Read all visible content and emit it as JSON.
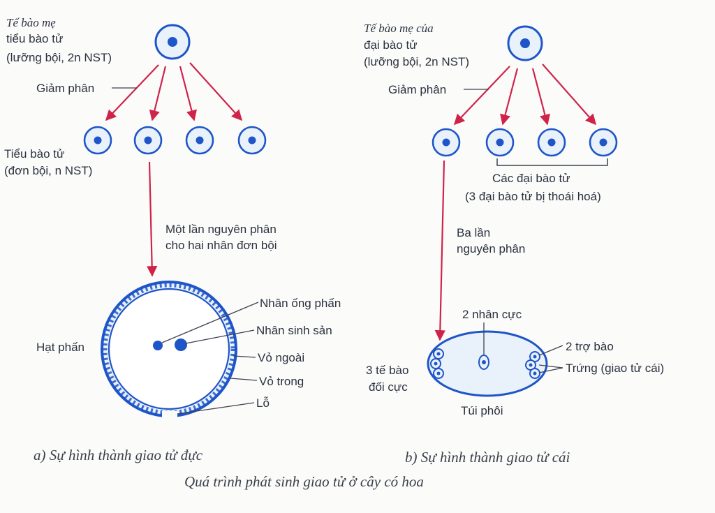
{
  "male": {
    "mother_cell": [
      "Tế bào mẹ",
      "tiểu bào tử",
      "(lưỡng bội, 2n NST)"
    ],
    "meiosis": "Giảm phân",
    "microspores": [
      "Tiểu bào tử",
      "(đơn bội, n NST)"
    ],
    "mitosis": [
      "Một lần nguyên phân",
      "cho hai nhân đơn bội"
    ],
    "pollen_grain": "Hạt phấn",
    "tube_nucleus": "Nhân ống phấn",
    "generative_nucleus": "Nhân sinh sản",
    "exine": "Vỏ ngoài",
    "intine": "Vỏ trong",
    "pore": "Lỗ",
    "caption": "a) Sự hình thành giao tử đực"
  },
  "female": {
    "mother_cell": [
      "Tế bào mẹ của",
      "đại bào tử",
      "(lưỡng bội, 2n NST)"
    ],
    "meiosis": "Giảm phân",
    "megaspores": [
      "Các đại bào tử",
      "(3 đại bào tử bị thoái hoá)"
    ],
    "mitosis": [
      "Ba lần",
      "nguyên phân"
    ],
    "polar_nuclei": "2 nhân cực",
    "synergids": "2 trợ bào",
    "egg": "Trứng (giao tử cái)",
    "antipodals": [
      "3 tế bào",
      "đối cực"
    ],
    "embryo_sac": "Túi phôi",
    "caption": "b) Sự hình thành giao tử cái"
  },
  "title": "Quá trình phát sinh giao tử ở cây có hoa",
  "colors": {
    "cell": "#1e55c8",
    "cell_fill": "#e9f2fb",
    "arrow": "#d0234a",
    "line": "#3b4250"
  }
}
